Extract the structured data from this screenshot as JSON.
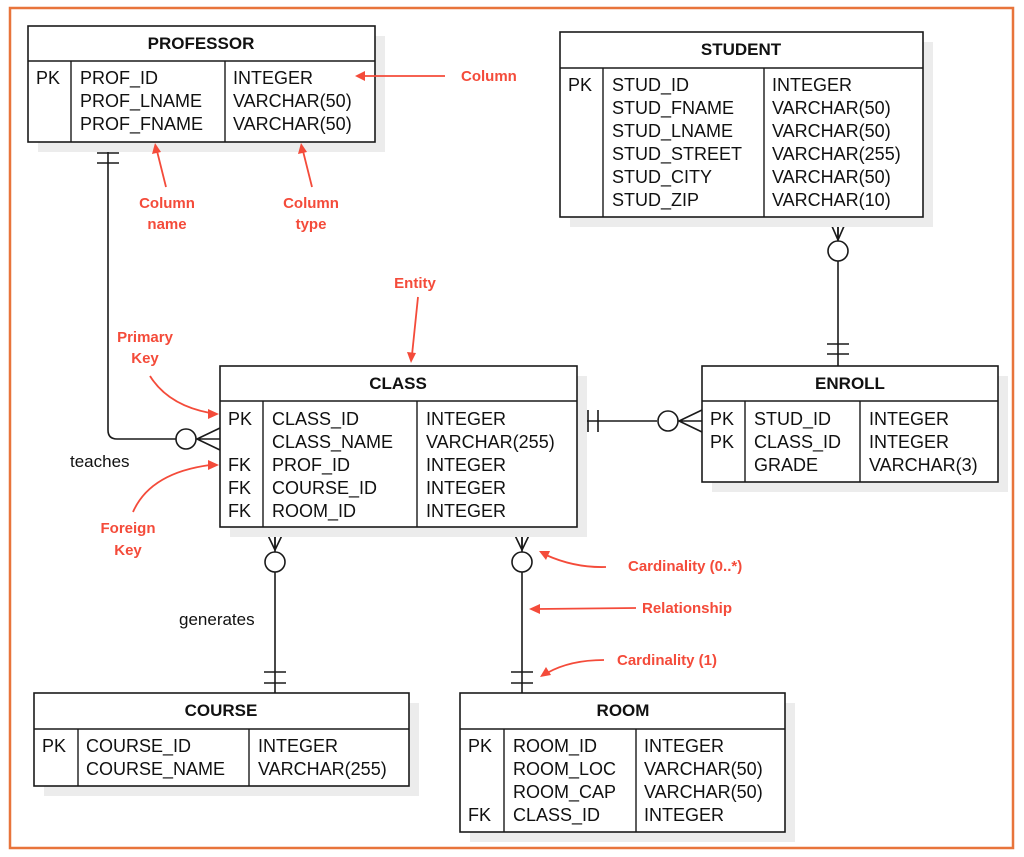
{
  "diagram": {
    "type": "entity-relationship",
    "frame_color": "#E8743B",
    "annotation_color": "#F44B3A"
  },
  "entities": {
    "professor": {
      "name": "PROFESSOR",
      "rows": [
        {
          "key": "PK",
          "column": "PROF_ID",
          "type": "INTEGER"
        },
        {
          "key": "",
          "column": "PROF_LNAME",
          "type": "VARCHAR(50)"
        },
        {
          "key": "",
          "column": "PROF_FNAME",
          "type": "VARCHAR(50)"
        }
      ]
    },
    "student": {
      "name": "STUDENT",
      "rows": [
        {
          "key": "PK",
          "column": "STUD_ID",
          "type": "INTEGER"
        },
        {
          "key": "",
          "column": "STUD_FNAME",
          "type": "VARCHAR(50)"
        },
        {
          "key": "",
          "column": "STUD_LNAME",
          "type": "VARCHAR(50)"
        },
        {
          "key": "",
          "column": "STUD_STREET",
          "type": "VARCHAR(255)"
        },
        {
          "key": "",
          "column": "STUD_CITY",
          "type": "VARCHAR(50)"
        },
        {
          "key": "",
          "column": "STUD_ZIP",
          "type": "VARCHAR(10)"
        }
      ]
    },
    "class": {
      "name": "CLASS",
      "rows": [
        {
          "key": "PK",
          "column": "CLASS_ID",
          "type": "INTEGER"
        },
        {
          "key": "",
          "column": "CLASS_NAME",
          "type": "VARCHAR(255)"
        },
        {
          "key": "FK",
          "column": "PROF_ID",
          "type": "INTEGER"
        },
        {
          "key": "FK",
          "column": "COURSE_ID",
          "type": "INTEGER"
        },
        {
          "key": "FK",
          "column": "ROOM_ID",
          "type": "INTEGER"
        }
      ]
    },
    "enroll": {
      "name": "ENROLL",
      "rows": [
        {
          "key": "PK",
          "column": "STUD_ID",
          "type": "INTEGER"
        },
        {
          "key": "PK",
          "column": "CLASS_ID",
          "type": "INTEGER"
        },
        {
          "key": "",
          "column": "GRADE",
          "type": "VARCHAR(3)"
        }
      ]
    },
    "course": {
      "name": "COURSE",
      "rows": [
        {
          "key": "PK",
          "column": "COURSE_ID",
          "type": "INTEGER"
        },
        {
          "key": "",
          "column": "COURSE_NAME",
          "type": "VARCHAR(255)"
        }
      ]
    },
    "room": {
      "name": "ROOM",
      "rows": [
        {
          "key": "PK",
          "column": "ROOM_ID",
          "type": "INTEGER"
        },
        {
          "key": "",
          "column": "ROOM_LOC",
          "type": "VARCHAR(50)"
        },
        {
          "key": "",
          "column": "ROOM_CAP",
          "type": "VARCHAR(50)"
        },
        {
          "key": "FK",
          "column": "CLASS_ID",
          "type": "INTEGER"
        }
      ]
    }
  },
  "relationships": {
    "teaches": {
      "label": "teaches",
      "from": "PROFESSOR",
      "to": "CLASS",
      "from_cardinality": "one (1)",
      "to_cardinality": "zero or many (0..*)"
    },
    "generates": {
      "label": "generates",
      "from": "COURSE",
      "to": "CLASS",
      "from_cardinality": "one (1)",
      "to_cardinality": "zero or many (0..*)"
    },
    "class_room": {
      "label": "",
      "from": "ROOM",
      "to": "CLASS",
      "from_cardinality": "one (1)",
      "to_cardinality": "zero or many (0..*)"
    },
    "class_enroll": {
      "label": "",
      "from": "CLASS",
      "to": "ENROLL",
      "from_cardinality": "one (1)",
      "to_cardinality": "zero or many (0..*)"
    },
    "student_enroll": {
      "label": "",
      "from": "ENROLL",
      "to": "STUDENT",
      "from_cardinality": "one (1)",
      "to_cardinality": "zero or many (0..*)"
    }
  },
  "annotations": {
    "column": "Column",
    "column_name": [
      "Column",
      "name"
    ],
    "column_type": [
      "Column",
      "type"
    ],
    "entity": "Entity",
    "primary_key": [
      "Primary",
      "Key"
    ],
    "foreign_key": [
      "Foreign",
      "Key"
    ],
    "cardinality_many": "Cardinality (0..*)",
    "relationship": "Relationship",
    "cardinality_one": "Cardinality (1)"
  }
}
